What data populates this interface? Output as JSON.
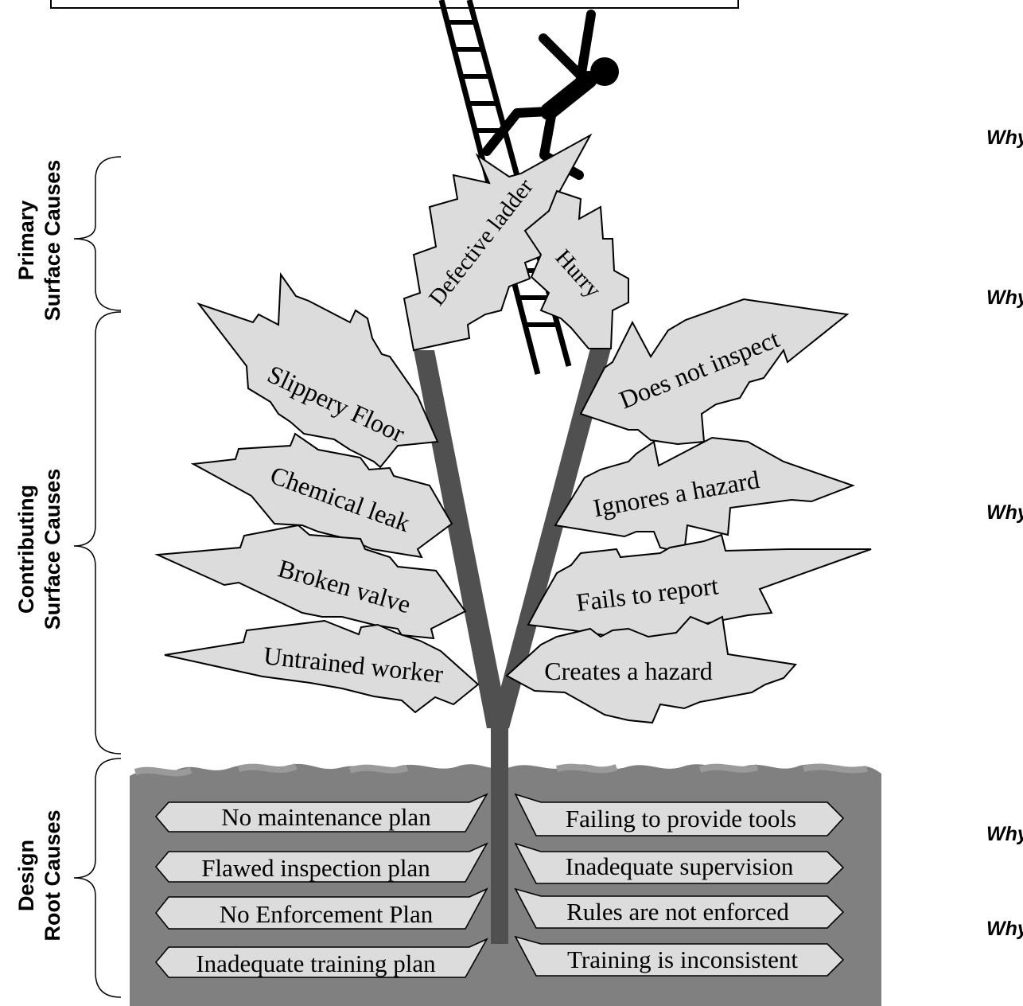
{
  "categories": {
    "primary": [
      "Primary",
      "Surface Causes"
    ],
    "contributing": [
      "Contributing",
      "Surface Causes"
    ],
    "design": [
      "Design",
      "Root Causes"
    ]
  },
  "why_label": "Why?",
  "primary_causes": [
    "Defective ladder",
    "Hurry"
  ],
  "contributing_causes_left": [
    "Slippery Floor",
    "Chemical leak",
    "Broken valve",
    "Untrained worker"
  ],
  "contributing_causes_right": [
    "Does not inspect",
    "Ignores a hazard",
    "Fails to report",
    "Creates a hazard"
  ],
  "root_causes_left": [
    "No maintenance plan",
    "Flawed  inspection plan",
    "No Enforcement Plan",
    "Inadequate training plan"
  ],
  "root_causes_right": [
    "Failing to provide tools",
    "Inadequate supervision",
    "Rules are not enforced",
    "Training is inconsistent"
  ],
  "colors": {
    "leaf_fill": "#dcdcdc",
    "trunk": "#505050",
    "soil": "#808080",
    "soil_top": "#939393"
  },
  "icons": [
    "falling-worker-icon",
    "ladder-icon"
  ]
}
